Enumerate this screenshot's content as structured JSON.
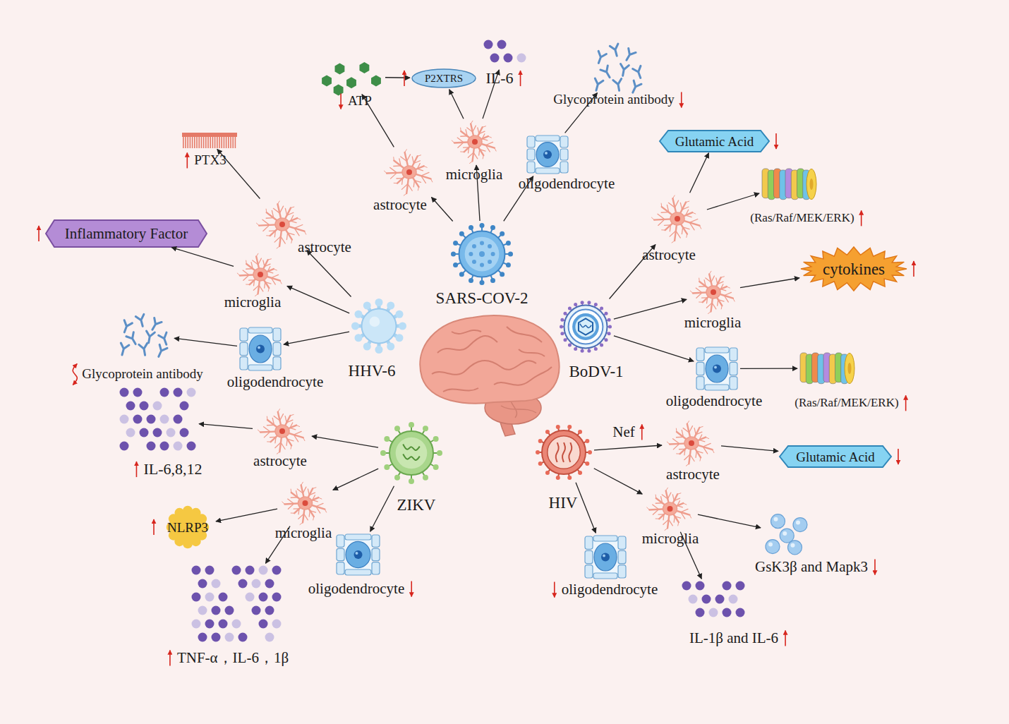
{
  "diagram": {
    "nodes": [
      {
        "text": [
          "SARS-COV-2"
        ]
      },
      {
        "text": [
          "astrocyte"
        ]
      },
      {
        "text": [
          "microglia"
        ]
      },
      {
        "text": [
          "oligodendrocyte"
        ]
      },
      {
        "text": [
          "ATP"
        ]
      },
      {
        "text": [
          "P2XTRS"
        ]
      },
      {
        "text": [
          "IL-6"
        ]
      },
      {
        "text": [
          "Glycoprotein antibody"
        ]
      },
      {
        "text": [
          "HHV-6"
        ]
      },
      {
        "text": [
          "astrocyte"
        ]
      },
      {
        "text": [
          "microglia"
        ]
      },
      {
        "text": [
          "oligodendrocyte"
        ]
      },
      {
        "text": [
          "PTX3"
        ]
      },
      {
        "text": [
          "Inflammatory Factor"
        ]
      },
      {
        "text": [
          "Glycoprotein antibody"
        ]
      },
      {
        "text": [
          "BoDV-1"
        ]
      },
      {
        "text": [
          "astrocyte"
        ]
      },
      {
        "text": [
          "microglia"
        ]
      },
      {
        "text": [
          "oligodendrocyte"
        ]
      },
      {
        "text": [
          "Glutamic Acid"
        ]
      },
      {
        "text": [
          "(Ras/Raf/MEK/ERK)"
        ]
      },
      {
        "text": [
          "cytokines"
        ]
      },
      {
        "text": [
          "(Ras/Raf/MEK/ERK)"
        ]
      },
      {
        "text": [
          "ZIKV"
        ]
      },
      {
        "text": [
          "astrocyte"
        ]
      },
      {
        "text": [
          "microglia"
        ]
      },
      {
        "text": [
          "oligodendrocyte"
        ]
      },
      {
        "text": [
          "IL-6,8,12"
        ]
      },
      {
        "text": [
          "NLRP3"
        ]
      },
      {
        "text": [
          "TNF-α，IL-6，1β"
        ]
      },
      {
        "text": [
          "HIV"
        ]
      },
      {
        "text": [
          "astrocyte"
        ]
      },
      {
        "text": [
          "microglia"
        ]
      },
      {
        "text": [
          "oligodendrocyte"
        ]
      },
      {
        "text": [
          "Glutamic Acid"
        ]
      },
      {
        "text": [
          "GsK3β and Mapk3"
        ]
      },
      {
        "text": [
          "IL-1β and IL-6"
        ]
      }
    ],
    "edges": [
      {
        "from": 0,
        "to": 1,
        "arrow": "to"
      },
      {
        "from": 0,
        "to": 2,
        "arrow": "to"
      },
      {
        "from": 0,
        "to": 3,
        "arrow": "to"
      },
      {
        "from": 1,
        "to": 4,
        "arrow": "to"
      },
      {
        "from": 2,
        "to": 5,
        "arrow": "to"
      },
      {
        "from": 2,
        "to": 6,
        "arrow": "to"
      },
      {
        "from": 3,
        "to": 7,
        "arrow": "to"
      },
      {
        "from": 4,
        "to": 5,
        "arrow": "to"
      },
      {
        "from": 8,
        "to": 9,
        "arrow": "to"
      },
      {
        "from": 8,
        "to": 10,
        "arrow": "to"
      },
      {
        "from": 8,
        "to": 11,
        "arrow": "to"
      },
      {
        "from": 9,
        "to": 12,
        "arrow": "to"
      },
      {
        "from": 10,
        "to": 13,
        "arrow": "to"
      },
      {
        "from": 11,
        "to": 14,
        "arrow": "to"
      },
      {
        "from": 15,
        "to": 16,
        "arrow": "to"
      },
      {
        "from": 15,
        "to": 17,
        "arrow": "to"
      },
      {
        "from": 15,
        "to": 18,
        "arrow": "to"
      },
      {
        "from": 16,
        "to": 19,
        "arrow": "to"
      },
      {
        "from": 16,
        "to": 20,
        "arrow": "to"
      },
      {
        "from": 17,
        "to": 21,
        "arrow": "to"
      },
      {
        "from": 18,
        "to": 22,
        "arrow": "to"
      },
      {
        "from": 23,
        "to": 24,
        "arrow": "to"
      },
      {
        "from": 23,
        "to": 25,
        "arrow": "to"
      },
      {
        "from": 23,
        "to": 26,
        "arrow": "to"
      },
      {
        "from": 24,
        "to": 27,
        "arrow": "to"
      },
      {
        "from": 25,
        "to": 28,
        "arrow": "to"
      },
      {
        "from": 25,
        "to": 29,
        "arrow": "to"
      },
      {
        "from": 30,
        "to": 31,
        "label": "Nef",
        "arrow": "to"
      },
      {
        "from": 30,
        "to": 32,
        "arrow": "to"
      },
      {
        "from": 30,
        "to": 33,
        "arrow": "to"
      },
      {
        "from": 31,
        "to": 34,
        "arrow": "to"
      },
      {
        "from": 32,
        "to": 35,
        "arrow": "to"
      },
      {
        "from": 32,
        "to": 36,
        "arrow": "to"
      }
    ]
  }
}
